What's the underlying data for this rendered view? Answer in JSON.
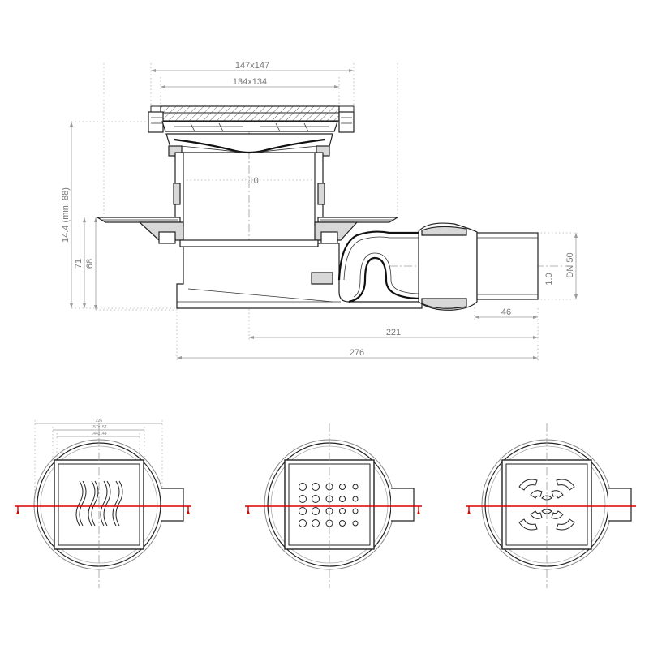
{
  "labels": {
    "grate_outer": "147x147",
    "grate_inner": "134x134",
    "pipe_diameter": "110",
    "height_total": "14.4 (min. 88)",
    "height_flange": "71",
    "height_body": "68",
    "outlet_dn": "DN 50",
    "slope": "1.0",
    "outlet_stub": "46",
    "length_221": "221",
    "length_276": "276",
    "plan_overall": "226",
    "plan_mid": "157x157",
    "plan_grate": "144x144"
  },
  "colors": {
    "section_line": "#d90000",
    "dimension": "#9a9a9a",
    "outline": "#222222"
  },
  "views": {
    "grate_patterns": [
      "wave-slots",
      "hole-grid",
      "curved-petals"
    ]
  }
}
